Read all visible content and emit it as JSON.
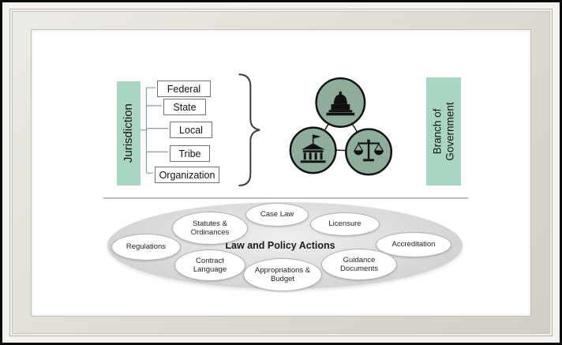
{
  "top_section": {
    "jurisdiction_label": "Jurisdiction",
    "levels": [
      "Federal",
      "State",
      "Local",
      "Tribe",
      "Organization"
    ],
    "branch_label_line1": "Branch of",
    "branch_label_line2": "Government",
    "icons": [
      "capitol-building-icon",
      "white-house-icon",
      "scales-of-justice-icon"
    ]
  },
  "bottom_section": {
    "title": "Law and Policy Actions",
    "actions": [
      "Regulations",
      "Statutes & Ordinances",
      "Case Law",
      "Licensure",
      "Accreditation",
      "Guidance Documents",
      "Appropriations & Budget",
      "Contract Language"
    ]
  },
  "colors": {
    "mint_green": "#a9d6c3",
    "circle_green": "#8fad9b",
    "ellipse_gray": "#d6d6d6",
    "frame_beige": "#ddd9d1"
  }
}
